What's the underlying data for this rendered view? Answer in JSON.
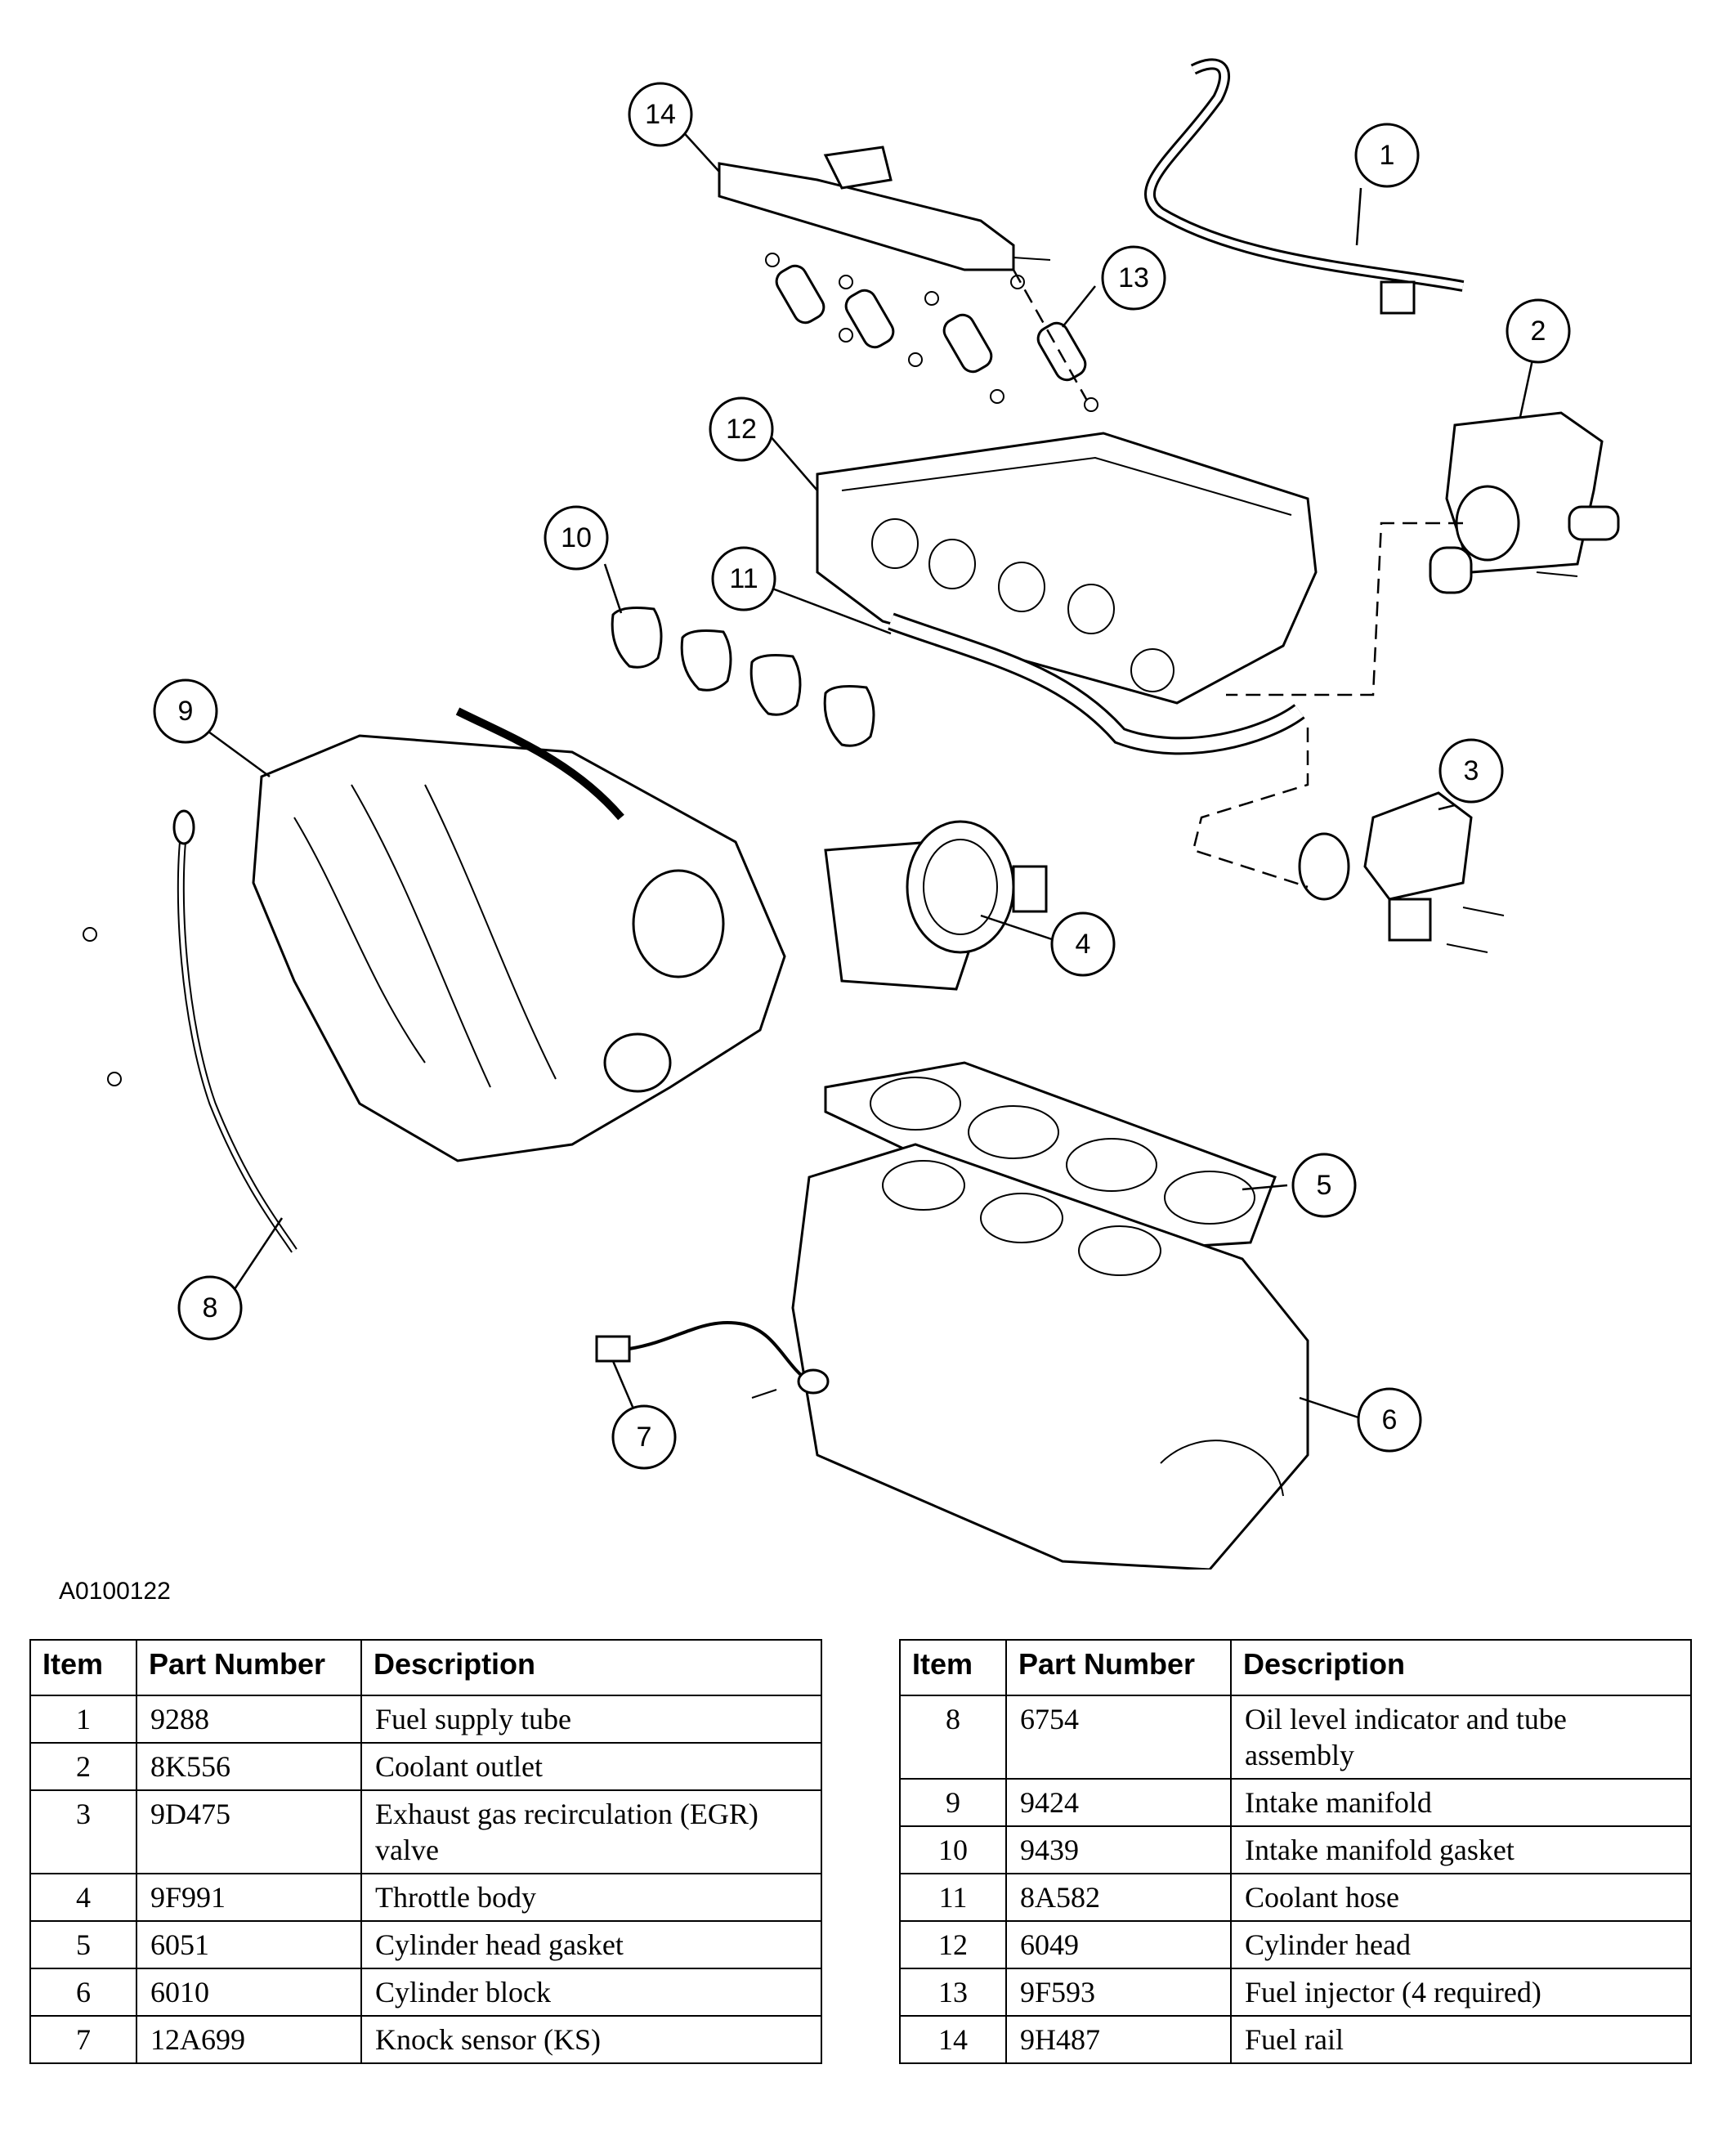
{
  "figure_id": "A0100122",
  "callouts": [
    "1",
    "2",
    "3",
    "4",
    "5",
    "6",
    "7",
    "8",
    "9",
    "10",
    "11",
    "12",
    "13",
    "14"
  ],
  "table": {
    "headers": {
      "item": "Item",
      "part_number": "Part Number",
      "description": "Description"
    },
    "left_rows": [
      {
        "item": "1",
        "part_number": "9288",
        "description": "Fuel supply tube"
      },
      {
        "item": "2",
        "part_number": "8K556",
        "description": "Coolant outlet"
      },
      {
        "item": "3",
        "part_number": "9D475",
        "description": "Exhaust gas recirculation (EGR) valve"
      },
      {
        "item": "4",
        "part_number": "9F991",
        "description": "Throttle body"
      },
      {
        "item": "5",
        "part_number": "6051",
        "description": "Cylinder head gasket"
      },
      {
        "item": "6",
        "part_number": "6010",
        "description": "Cylinder block"
      },
      {
        "item": "7",
        "part_number": "12A699",
        "description": "Knock sensor (KS)"
      }
    ],
    "right_rows": [
      {
        "item": "8",
        "part_number": "6754",
        "description": "Oil level indicator and tube assembly"
      },
      {
        "item": "9",
        "part_number": "9424",
        "description": "Intake manifold"
      },
      {
        "item": "10",
        "part_number": "9439",
        "description": "Intake manifold gasket"
      },
      {
        "item": "11",
        "part_number": "8A582",
        "description": "Coolant hose"
      },
      {
        "item": "12",
        "part_number": "6049",
        "description": "Cylinder head"
      },
      {
        "item": "13",
        "part_number": "9F593",
        "description": "Fuel injector (4 required)"
      },
      {
        "item": "14",
        "part_number": "9H487",
        "description": "Fuel rail"
      }
    ]
  }
}
